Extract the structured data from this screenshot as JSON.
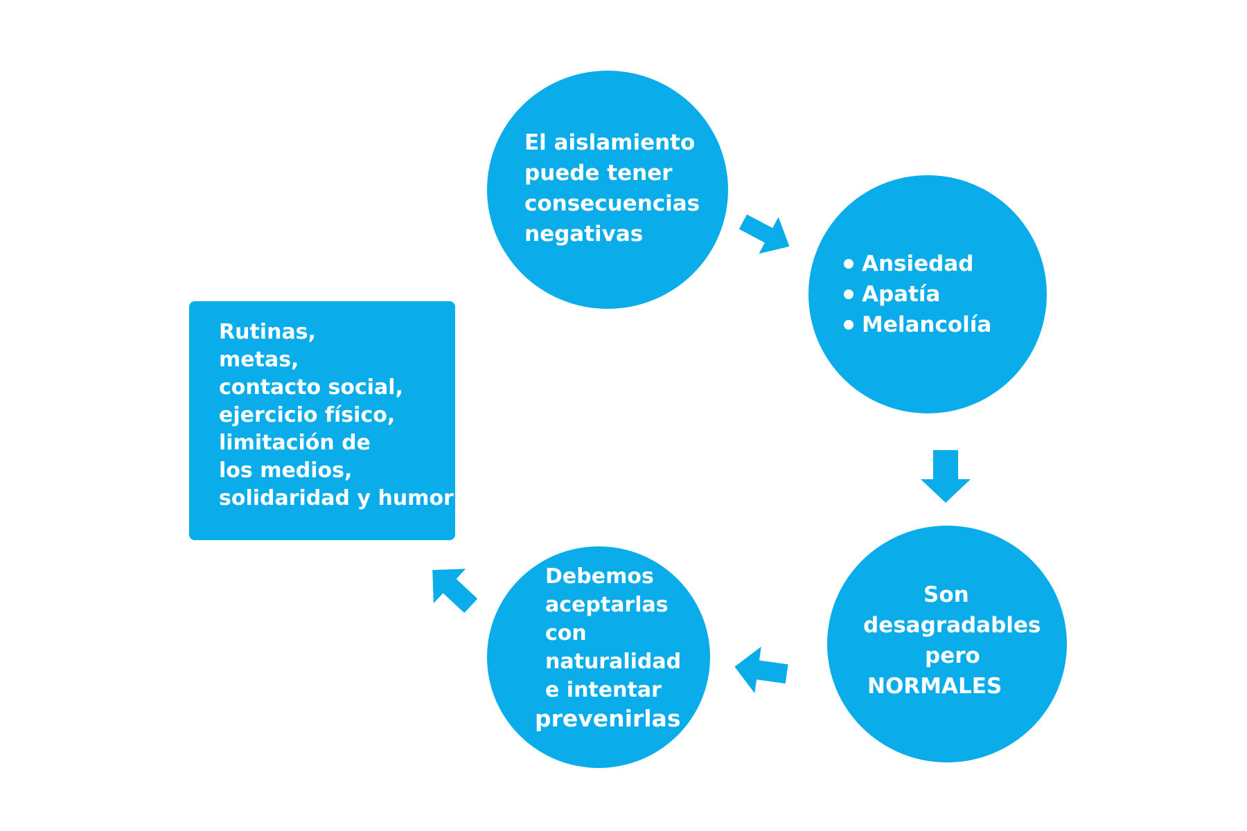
{
  "colors": {
    "node_fill": "#0aadea",
    "text": "#ffffff",
    "background": "#ffffff"
  },
  "nodes": {
    "top_circle": {
      "lines": [
        "El aislamiento",
        "puede tener",
        "consecuencias",
        "negativas"
      ]
    },
    "right_circle": {
      "bullets": [
        "Ansiedad",
        "Apatía",
        "Melancolía"
      ]
    },
    "bottom_right_circle": {
      "lines": [
        "Son",
        "desagradables",
        "pero",
        "NORMALES"
      ]
    },
    "bottom_left_circle": {
      "lines": [
        "Debemos",
        "aceptarlas",
        "con",
        "naturalidad",
        "e intentar",
        "prevenirlas"
      ]
    },
    "left_box": {
      "lines": [
        "Rutinas,",
        "metas,",
        "contacto social,",
        "ejercicio físico,",
        "limitación de",
        "los medios,",
        "solidaridad y humor"
      ]
    }
  },
  "arrows": [
    {
      "name": "arrow-top-to-right",
      "direction": "down-right"
    },
    {
      "name": "arrow-right-to-bottom-right",
      "direction": "down"
    },
    {
      "name": "arrow-bottom-right-to-bottom-left",
      "direction": "left"
    },
    {
      "name": "arrow-bottom-left-to-box",
      "direction": "up-left"
    }
  ]
}
